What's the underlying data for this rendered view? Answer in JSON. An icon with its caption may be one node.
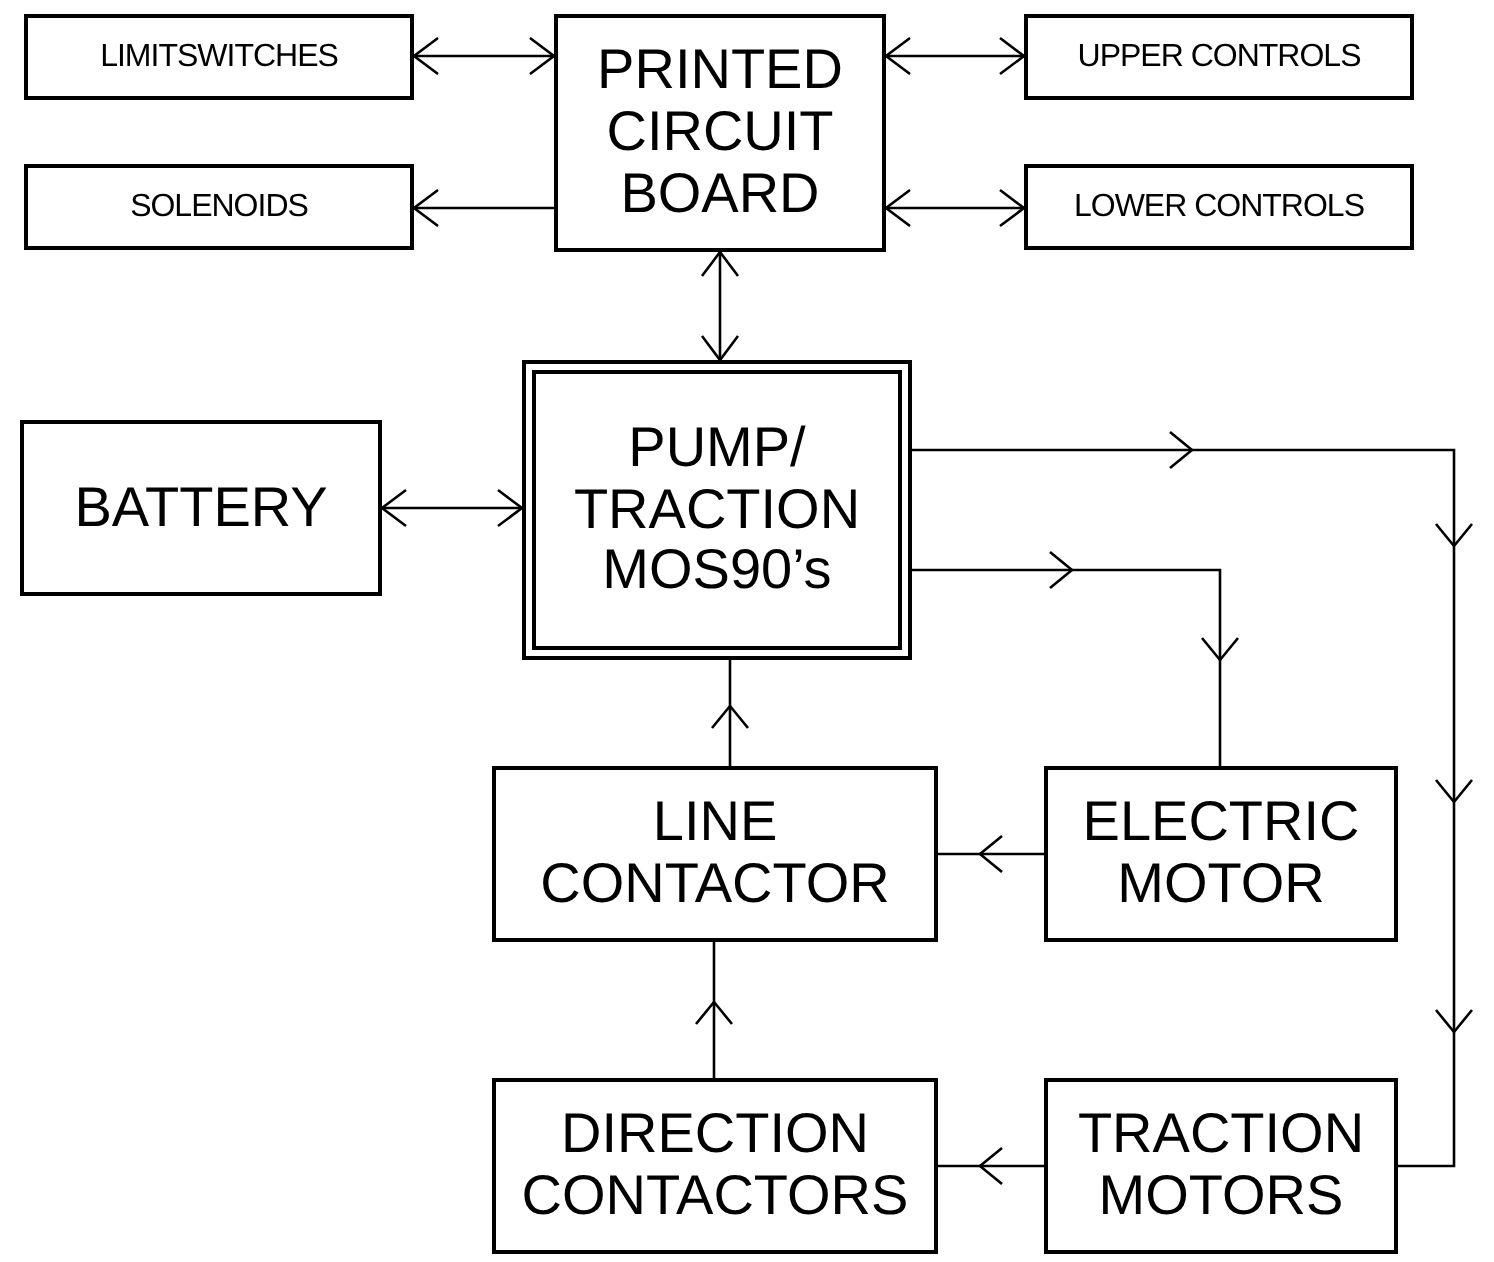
{
  "diagram": {
    "nodes": [
      {
        "text": [
          "LIMITSWITCHES"
        ]
      },
      {
        "text": [
          "PRINTED CIRCUIT BOARD"
        ]
      },
      {
        "text": [
          "UPPER CONTROLS"
        ]
      },
      {
        "text": [
          "SOLENOIDS"
        ]
      },
      {
        "text": [
          "LOWER CONTROLS"
        ]
      },
      {
        "text": [
          "BATTERY"
        ]
      },
      {
        "text": [
          "PUMP/ TRACTION MOS90’s"
        ]
      },
      {
        "text": [
          "LINE CONTACTOR"
        ]
      },
      {
        "text": [
          "ELECTRIC MOTOR"
        ]
      },
      {
        "text": [
          "DIRECTION CONTACTORS"
        ]
      },
      {
        "text": [
          "TRACTION MOTORS"
        ]
      }
    ],
    "edges": [
      {
        "from": 1,
        "to": 0,
        "arrow": "both"
      },
      {
        "from": 1,
        "to": 3,
        "arrow": "to"
      },
      {
        "from": 1,
        "to": 2,
        "arrow": "both"
      },
      {
        "from": 1,
        "to": 4,
        "arrow": "both"
      },
      {
        "from": 1,
        "to": 6,
        "arrow": "both"
      },
      {
        "from": 5,
        "to": 6,
        "arrow": "both"
      },
      {
        "from": 6,
        "to": 10,
        "arrow": "to"
      },
      {
        "from": 6,
        "to": 8,
        "arrow": "to"
      },
      {
        "from": 8,
        "to": 7,
        "arrow": "to"
      },
      {
        "from": 7,
        "to": 6,
        "arrow": "to"
      },
      {
        "from": 10,
        "to": 9,
        "arrow": "to"
      },
      {
        "from": 9,
        "to": 7,
        "arrow": "to"
      }
    ]
  }
}
